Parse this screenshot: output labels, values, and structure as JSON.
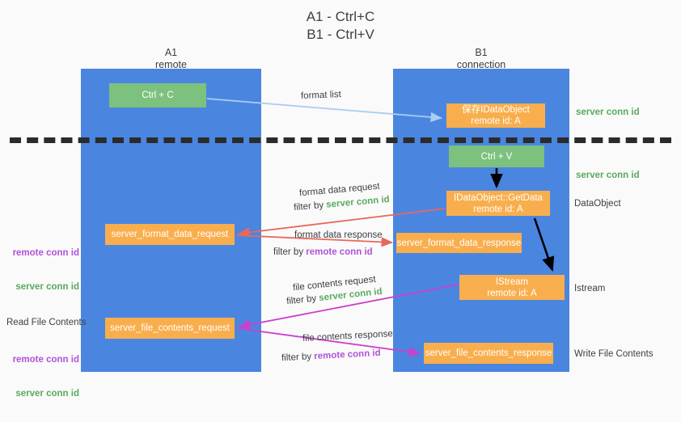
{
  "title": "A1 - Ctrl+C\nB1 - Ctrl+V",
  "columns": {
    "left": {
      "name": "A1",
      "role": "remote",
      "header": "A1\nremote"
    },
    "right": {
      "name": "B1",
      "role": "connection",
      "header": "B1\nconnection"
    }
  },
  "colors": {
    "lane": "#4a86e0",
    "green_box": "#7dc17f",
    "orange_box": "#f9ae4d",
    "server_conn_id": "#5aa95e",
    "remote_conn_id": "#b152d8",
    "divider": "#2b2b2b",
    "arrow_blue": "#aacdf0",
    "arrow_red": "#e8685d",
    "arrow_magenta": "#cc3fcc",
    "arrow_black": "#000000",
    "background": "#fafafa"
  },
  "boxes": {
    "ctrl_c": "Ctrl + C",
    "idataobject": "保存IDataObject\nremote id: A",
    "ctrl_v": "Ctrl + V",
    "getdata": "IDataObject::GetData\nremote id: A",
    "server_format_data_request": "server_format_data_request",
    "server_format_data_response": "server_format_data_response",
    "istream": "IStream\nremote id: A",
    "server_file_contents_request": "server_file_contents_request",
    "server_file_contents_response": "server_file_contents_response"
  },
  "edge_labels": {
    "format_list": "format list",
    "format_data_request": "format data request",
    "format_data_request_filter_prefix": "filter by ",
    "format_data_request_filter_value": "server conn id",
    "format_data_response": "format data response",
    "format_data_response_filter_prefix": "filter by ",
    "format_data_response_filter_value": "remote conn id",
    "file_contents_request": "file contents request",
    "file_contents_request_filter_prefix": "filter by ",
    "file_contents_request_filter_value": "server conn id",
    "file_contents_response": "file contents response",
    "file_contents_response_filter_prefix": "filter by ",
    "file_contents_response_filter_value": "remote conn id"
  },
  "side_notes": {
    "right_server_conn_id_top": "server conn id",
    "right_server_conn_id_mid": "server conn id",
    "right_dataobject": "DataObject",
    "right_istream": "Istream",
    "right_write_file_contents": "Write File Contents",
    "left_remote_conn_id_1": "remote conn id",
    "left_server_conn_id_1": "server conn id",
    "left_read_file_contents": "Read File Contents",
    "left_remote_conn_id_2": "remote conn id",
    "left_server_conn_id_2": "server conn id"
  }
}
